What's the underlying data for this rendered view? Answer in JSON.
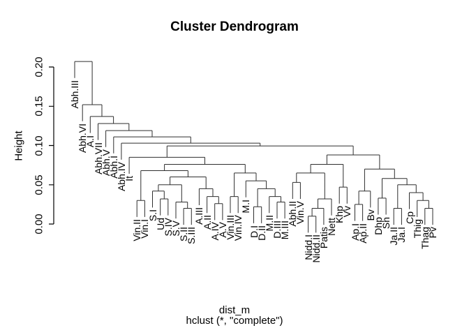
{
  "title": "Cluster Dendrogram",
  "y_axis": {
    "label": "Height",
    "ticks": [
      "0.00",
      "0.05",
      "0.10",
      "0.15",
      "0.20"
    ],
    "tick_values": [
      0.0,
      0.05,
      0.1,
      0.15,
      0.2
    ]
  },
  "caption": {
    "line1": "dist_m",
    "line2": "hclust (*, \"complete\")"
  },
  "colors": {
    "line": "#2e2e2e",
    "text": "#000000",
    "background": "#ffffff"
  },
  "chart_data": {
    "type": "dendrogram",
    "title": "Cluster Dendrogram",
    "ylabel": "Height",
    "xlabel_caption": "dist_m",
    "method_caption": "hclust (*, \"complete\")",
    "distance": "dist_m",
    "linkage": "complete",
    "ylim": [
      0,
      0.21
    ],
    "yticks": [
      0.0,
      0.05,
      0.1,
      0.15,
      0.2
    ],
    "grid": false,
    "hang": 0.021,
    "leaves_in_order": [
      "Abh.III",
      "Abh.VI",
      "A.I",
      "Abh.VII",
      "Abh.V",
      "Abh.I",
      "Abh.IV",
      "It",
      "Vin.II",
      "Vin.I",
      "S.I",
      "Ud",
      "S.IV",
      "S.V",
      "S.II",
      "S.III",
      "A.III",
      "A.II",
      "A.IV",
      "A.V",
      "Vin.III",
      "Vin.IV",
      "M.I",
      "D.I",
      "D.II",
      "M.II",
      "D.III",
      "M.III",
      "Abh.II",
      "Vin.V",
      "Nidd.I",
      "Nidd.II",
      "Patis",
      "Nett",
      "Khp",
      "Vv",
      "Ap.I",
      "Ap.II",
      "Bv",
      "Dhp",
      "Sn",
      "Ja.II",
      "Ja.I",
      "Cp",
      "Thig",
      "Thag",
      "Pv"
    ],
    "tree": {
      "h": 0.207,
      "c": [
        "Abh.III",
        {
          "h": 0.152,
          "c": [
            "Abh.VI",
            {
              "h": 0.137,
              "c": [
                "A.I",
                {
                  "h": 0.128,
                  "c": [
                    "Abh.VII",
                    {
                      "h": 0.119,
                      "c": [
                        "Abh.V",
                        {
                          "h": 0.111,
                          "c": [
                            "Abh.I",
                            {
                              "h": 0.103,
                              "c": [
                                "Abh.IV",
                                {
                                  "h": 0.0995,
                                  "c": [
                                    {
                                      "h": 0.085,
                                      "c": [
                                        "It",
                                        {
                                          "h": 0.076,
                                          "c": [
                                            {
                                              "h": 0.068,
                                              "c": [
                                                {
                                                  "h": 0.03,
                                                  "c": [
                                                    "Vin.II",
                                                    "Vin.I"
                                                  ]
                                                },
                                                {
                                                  "h": 0.06,
                                                  "c": [
                                                    {
                                                      "h": 0.05,
                                                      "c": [
                                                        {
                                                          "h": 0.042,
                                                          "c": [
                                                            "S.I",
                                                            {
                                                              "h": 0.032,
                                                              "c": [
                                                                "Ud",
                                                                "S.IV"
                                                              ]
                                                            }
                                                          ]
                                                        },
                                                        {
                                                          "h": 0.028,
                                                          "c": [
                                                            "S.V",
                                                            {
                                                              "h": 0.02,
                                                              "c": [
                                                                "S.II",
                                                                "S.III"
                                                              ]
                                                            }
                                                          ]
                                                        }
                                                      ]
                                                    },
                                                    {
                                                      "h": 0.045,
                                                      "c": [
                                                        "A.III",
                                                        {
                                                          "h": 0.035,
                                                          "c": [
                                                            "A.II",
                                                            {
                                                              "h": 0.026,
                                                              "c": [
                                                                "A.IV",
                                                                "A.V"
                                                              ]
                                                            }
                                                          ]
                                                        }
                                                      ]
                                                    }
                                                  ]
                                                }
                                              ]
                                            },
                                            {
                                              "h": 0.065,
                                              "c": [
                                                {
                                                  "h": 0.035,
                                                  "c": [
                                                    "Vin.III",
                                                    "Vin.IV"
                                                  ]
                                                },
                                                {
                                                  "h": 0.055,
                                                  "c": [
                                                    "M.I",
                                                    {
                                                      "h": 0.045,
                                                      "c": [
                                                        {
                                                          "h": 0.022,
                                                          "c": [
                                                            "D.I",
                                                            "D.II"
                                                          ]
                                                        },
                                                        {
                                                          "h": 0.035,
                                                          "c": [
                                                            "M.II",
                                                            {
                                                              "h": 0.028,
                                                              "c": [
                                                                "D.III",
                                                                "M.III"
                                                              ]
                                                            }
                                                          ]
                                                        }
                                                      ]
                                                    }
                                                  ]
                                                }
                                              ]
                                            }
                                          ]
                                        }
                                      ]
                                    },
                                    {
                                      "h": 0.088,
                                      "c": [
                                        {
                                          "h": 0.076,
                                          "c": [
                                            {
                                              "h": 0.065,
                                              "c": [
                                                {
                                                  "h": 0.053,
                                                  "c": [
                                                    "Abh.II",
                                                    "Vin.V"
                                                  ]
                                                },
                                                {
                                                  "h": 0.032,
                                                  "c": [
                                                    {
                                                      "h": 0.02,
                                                      "c": [
                                                        {
                                                          "h": 0.01,
                                                          "c": [
                                                            "Nidd.I",
                                                            "Nidd.II"
                                                          ]
                                                        },
                                                        "Patis"
                                                      ]
                                                    },
                                                    "Nett"
                                                  ]
                                                }
                                              ]
                                            },
                                            {
                                              "h": 0.047,
                                              "c": [
                                                "Khp",
                                                "Vv"
                                              ]
                                            }
                                          ]
                                        },
                                        {
                                          "h": 0.07,
                                          "c": [
                                            {
                                              "h": 0.042,
                                              "c": [
                                                {
                                                  "h": 0.025,
                                                  "c": [
                                                    "Ap.I",
                                                    "Ap.II"
                                                  ]
                                                },
                                                "Bv"
                                              ]
                                            },
                                            {
                                              "h": 0.058,
                                              "c": [
                                                {
                                                  "h": 0.033,
                                                  "c": [
                                                    "Dhp",
                                                    "Sn"
                                                  ]
                                                },
                                                {
                                                  "h": 0.05,
                                                  "c": [
                                                    {
                                                      "h": 0.02,
                                                      "c": [
                                                        "Ja.II",
                                                        "Ja.I"
                                                      ]
                                                    },
                                                    {
                                                      "h": 0.04,
                                                      "c": [
                                                        "Cp",
                                                        {
                                                          "h": 0.03,
                                                          "c": [
                                                            "Thig",
                                                            {
                                                              "h": 0.02,
                                                              "c": [
                                                                "Thag",
                                                                "Pv"
                                                              ]
                                                            }
                                                          ]
                                                        }
                                                      ]
                                                    }
                                                  ]
                                                }
                                              ]
                                            }
                                          ]
                                        }
                                      ]
                                    }
                                  ]
                                }
                              ]
                            }
                          ]
                        }
                      ]
                    }
                  ]
                }
              ]
            }
          ]
        }
      ]
    }
  }
}
